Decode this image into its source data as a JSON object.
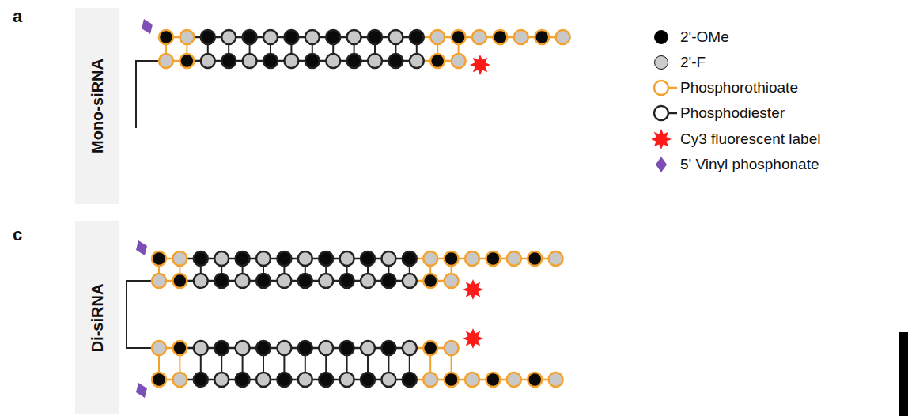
{
  "diagram": {
    "nodes": [
      {
        "text": [
          "Mono-siRNA"
        ]
      },
      {
        "text": [
          "Di-siRNA"
        ]
      }
    ],
    "labels": [
      "a",
      "c"
    ],
    "legend": [
      {
        "text": "2'-OMe",
        "color": "#000000"
      },
      {
        "text": "2'-F",
        "color": "#cccccc"
      },
      {
        "text": "Phosphorothioate"
      },
      {
        "text": "Phosphodiester"
      },
      {
        "text": "Cy3 fluorescent label"
      },
      {
        "text": "5' Vinyl phosphonate"
      }
    ]
  }
}
